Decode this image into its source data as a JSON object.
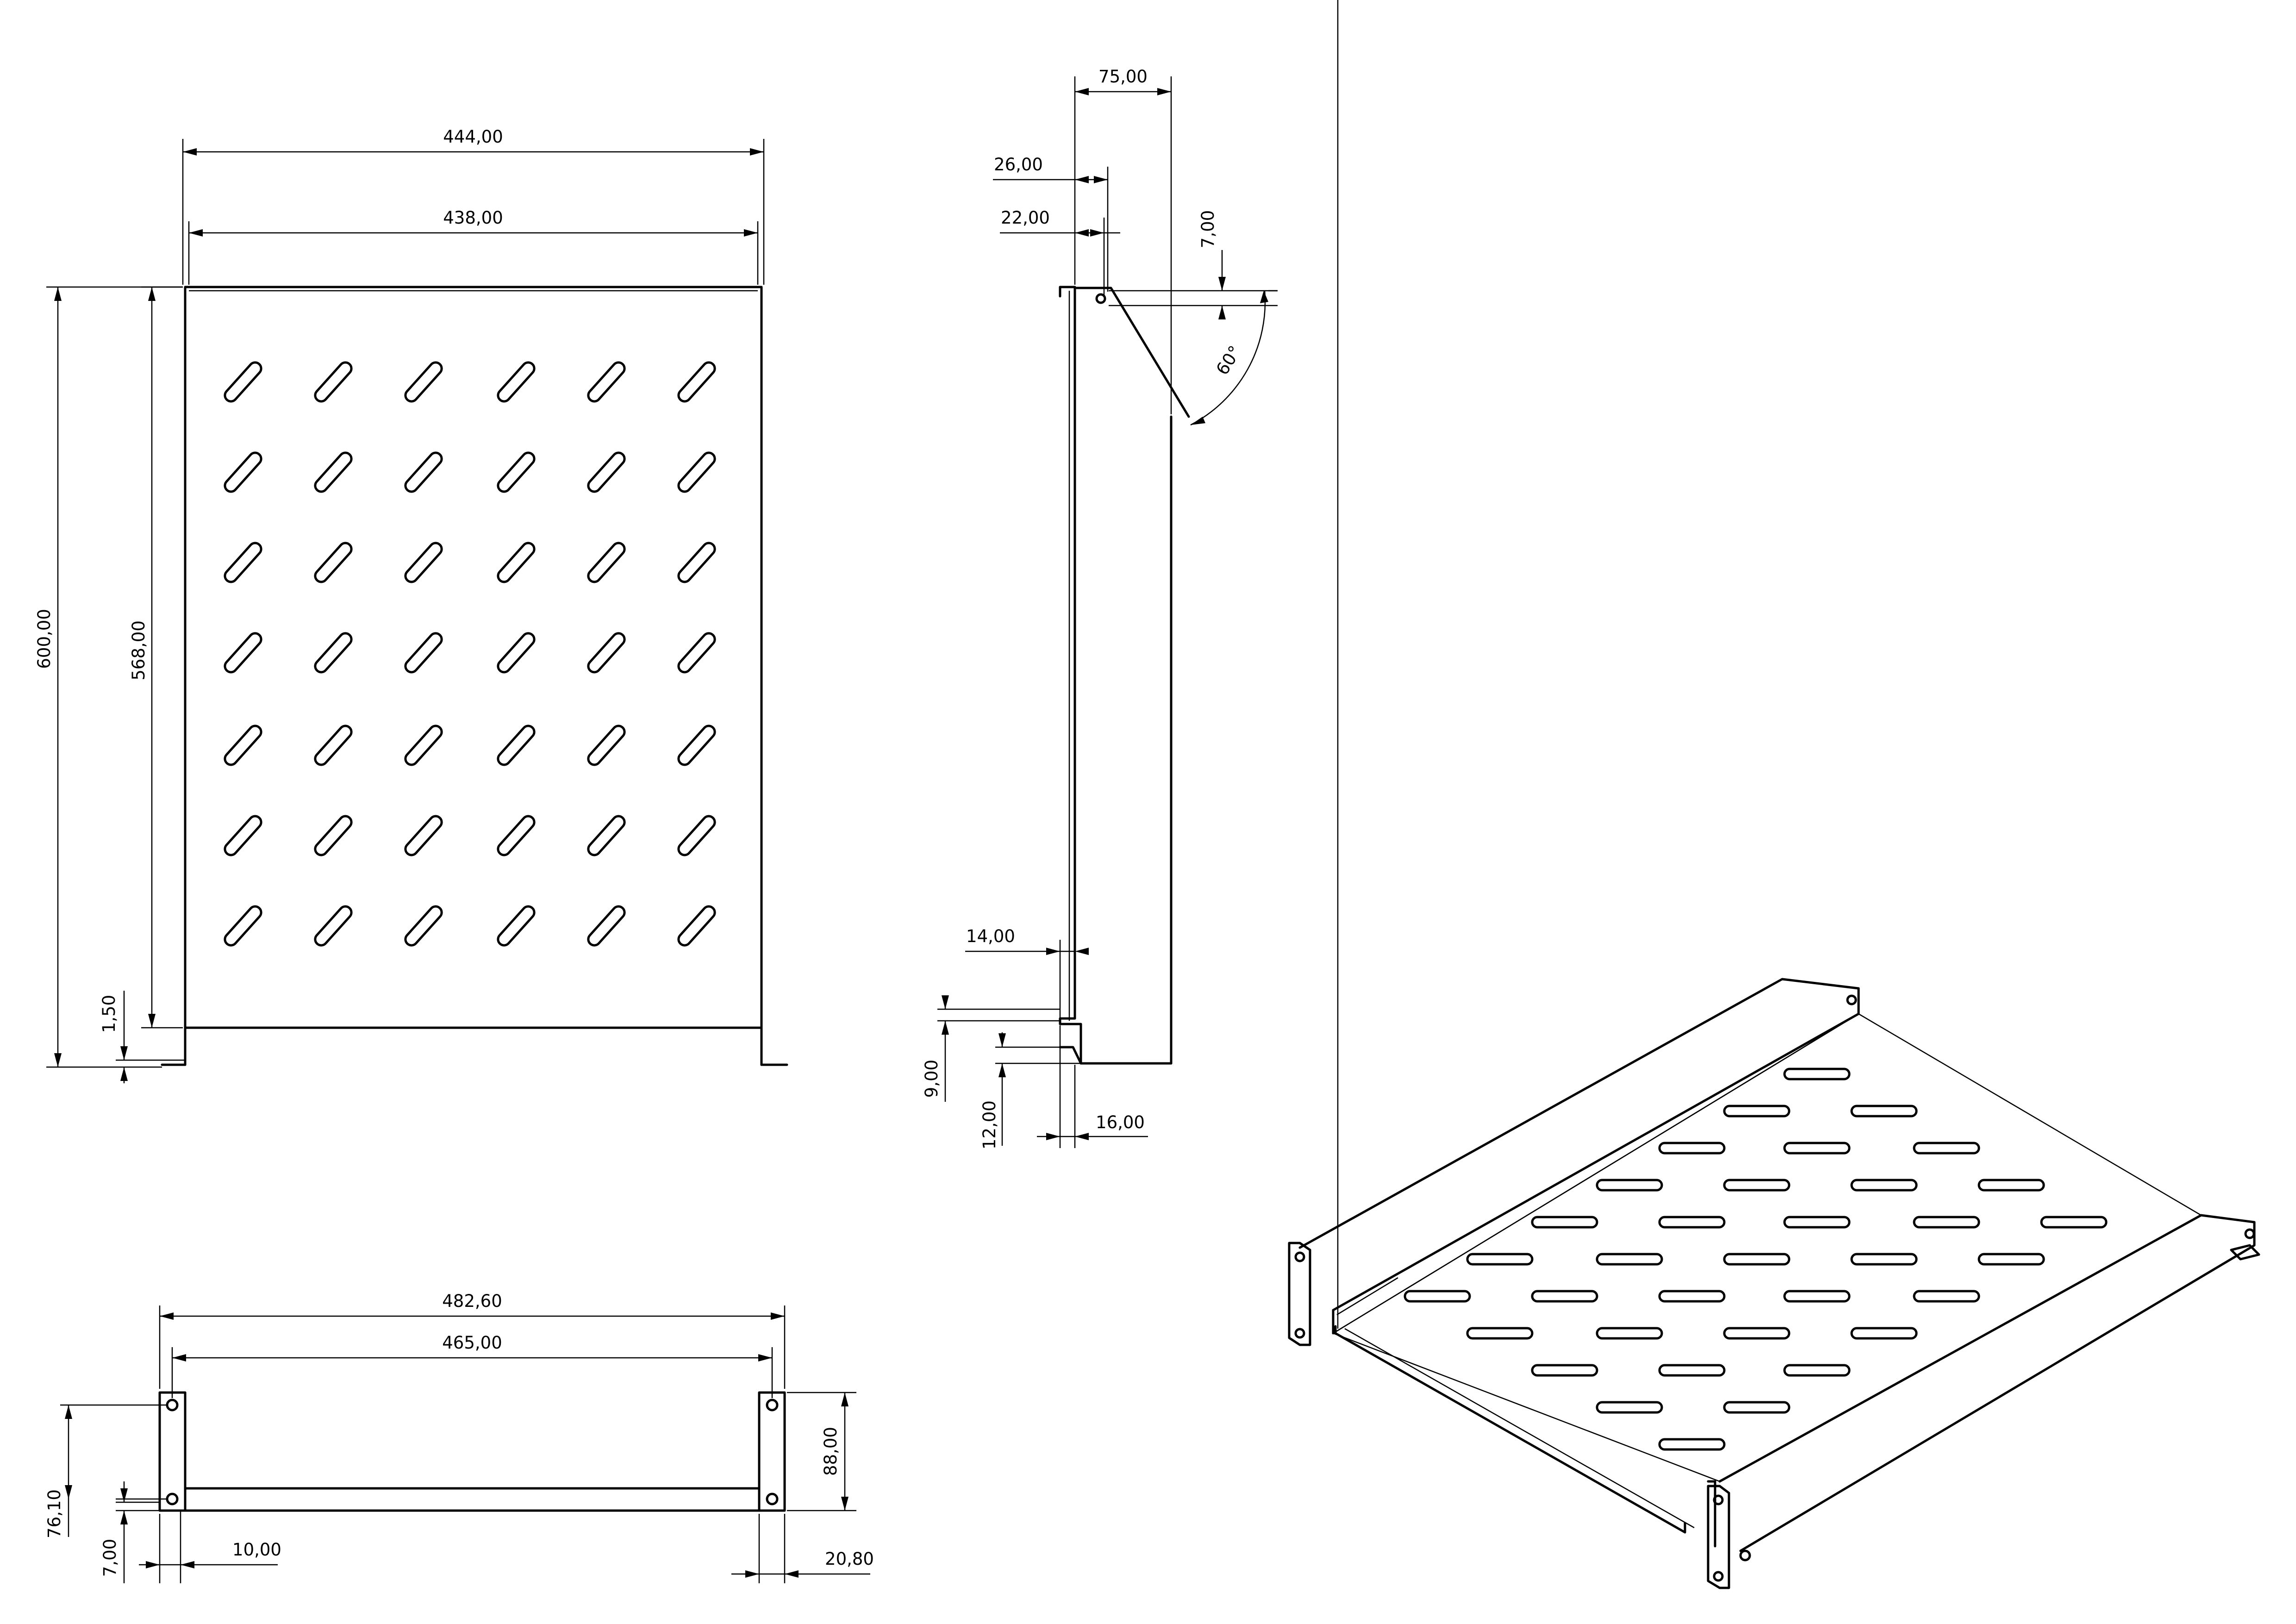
{
  "views": {
    "top": {
      "dims": {
        "outer_width": "444,00",
        "inner_width": "438,00",
        "overall_depth": "600,00",
        "tray_depth": "568,00",
        "thickness": "1,50"
      },
      "slot_grid": {
        "rows": 7,
        "columns": 6
      }
    },
    "side": {
      "dims": {
        "overall": "75,00",
        "flange_a": "26,00",
        "flange_b": "22,00",
        "hole_offset": "7,00",
        "angle": "60°",
        "lip": "14,00",
        "step_a": "9,00",
        "step_b": "12,00",
        "foot": "16,00"
      }
    },
    "front": {
      "dims": {
        "panel_width": "482,60",
        "hole_spacing": "465,00",
        "height": "88,00",
        "hole_pitch": "76,10",
        "hole_edge": "7,00",
        "ear_offset": "10,00",
        "ear_depth": "20,80"
      }
    },
    "isometric": {
      "slot_rows": 7
    }
  }
}
